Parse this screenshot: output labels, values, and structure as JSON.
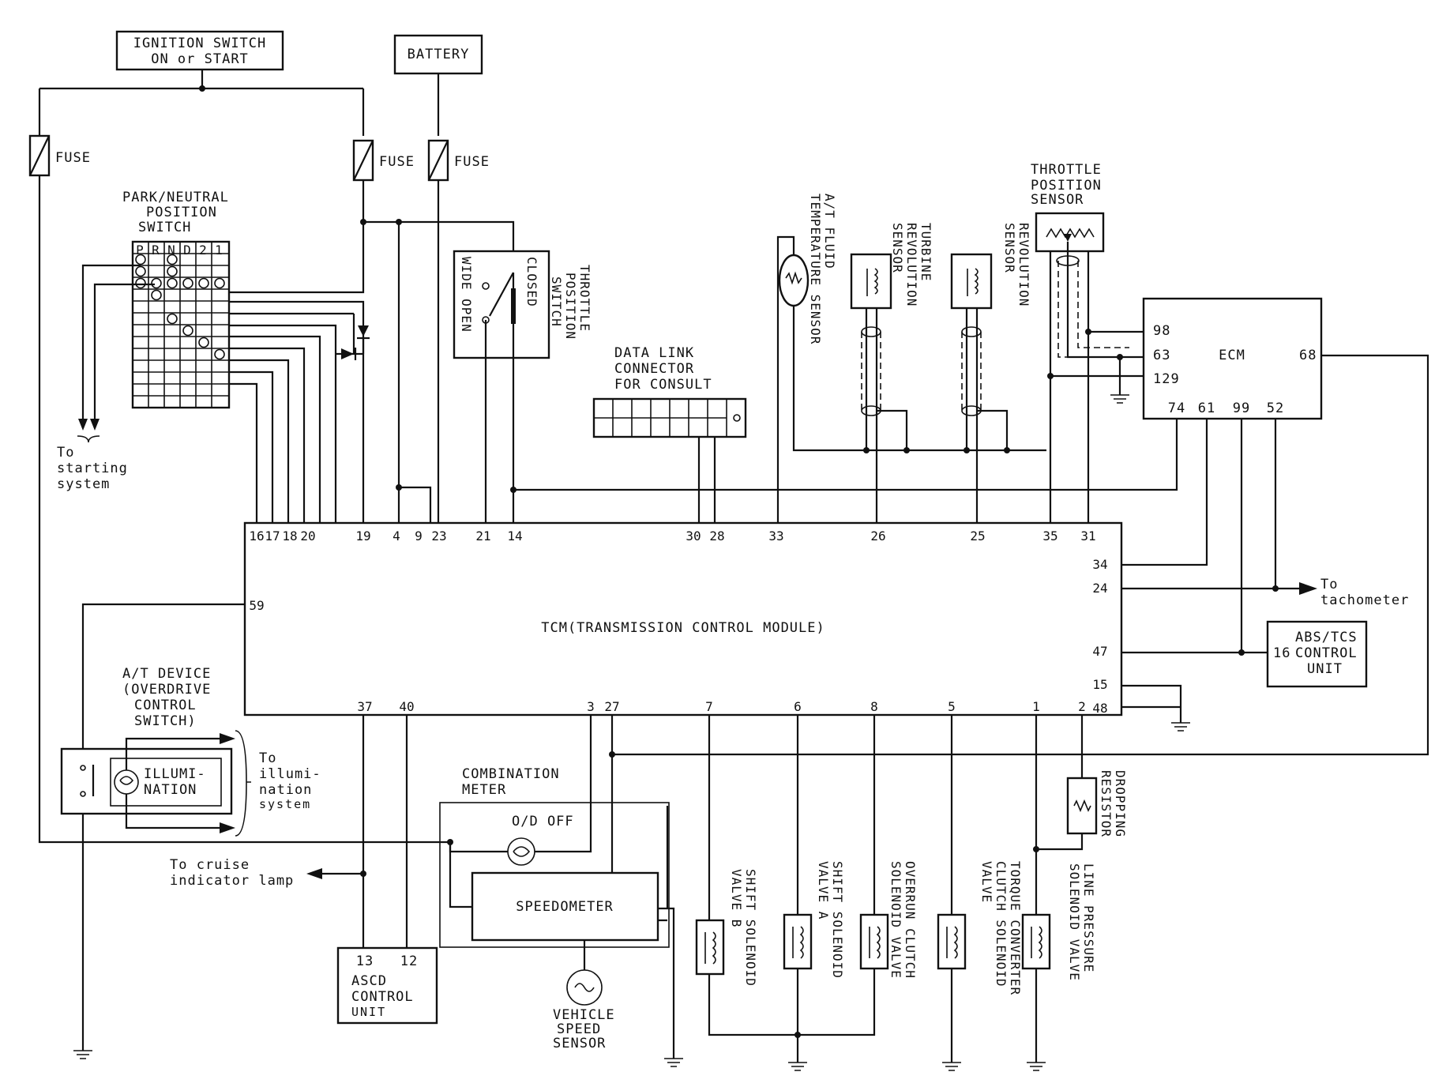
{
  "top": {
    "ignition_1": "IGNITION SWITCH",
    "ignition_2": "ON or START",
    "battery": "BATTERY",
    "fuse_1": "FUSE",
    "fuse_2": "FUSE",
    "fuse_3": "FUSE"
  },
  "pnp": {
    "title_1": "PARK/NEUTRAL",
    "title_2": "POSITION",
    "title_3": "SWITCH",
    "cols": [
      "P",
      "R",
      "N",
      "D",
      "2",
      "1"
    ],
    "to_1": "To",
    "to_2": "starting",
    "to_3": "system"
  },
  "throttle_switch": {
    "label_1": "THROTTLE",
    "label_2": "POSITION",
    "label_3": "SWITCH",
    "closed": "CLOSED",
    "wide_open": "WIDE OPEN"
  },
  "dlc": {
    "label_1": "DATA LINK",
    "label_2": "CONNECTOR",
    "label_3": "FOR CONSULT"
  },
  "sensors": {
    "fluid_1": "A/T FLUID",
    "fluid_2": "TEMPERATURE SENSOR",
    "turbine_1": "TURBINE",
    "turbine_2": "REVOLUTION",
    "turbine_3": "SENSOR",
    "rev_1": "REVOLUTION",
    "rev_2": "SENSOR",
    "tps_1": "THROTTLE",
    "tps_2": "POSITION",
    "tps_3": "SENSOR"
  },
  "ecm": {
    "name": "ECM",
    "pins_left": [
      "98",
      "63",
      "129"
    ],
    "pin_right": "68",
    "pins_bottom": [
      "74",
      "61",
      "99",
      "52"
    ]
  },
  "tcm": {
    "name": "TCM(TRANSMISSION CONTROL MODULE)",
    "top_pins": [
      "16",
      "17",
      "18",
      "20",
      "19",
      "4",
      "9",
      "23",
      "21",
      "14",
      "30",
      "28",
      "33",
      "26",
      "25",
      "35",
      "31"
    ],
    "right_pins": [
      "34",
      "24",
      "47",
      "15",
      "48"
    ],
    "left_pin": "59",
    "bottom_pins": [
      "37",
      "40",
      "3",
      "27",
      "7",
      "6",
      "8",
      "5",
      "1",
      "2"
    ]
  },
  "tachometer": {
    "to": "To",
    "name": "tachometer"
  },
  "abs": {
    "pin": "16",
    "line_1": "ABS/TCS",
    "line_2": "CONTROL",
    "line_3": "UNIT"
  },
  "atdevice": {
    "line_1": "A/T DEVICE",
    "line_2": "(OVERDRIVE",
    "line_3": "CONTROL",
    "line_4": "SWITCH)",
    "illum_1": "ILLUMI-",
    "illum_2": "NATION",
    "to_1": "To",
    "to_2": "illumi-",
    "to_3": "nation",
    "to_4": "system"
  },
  "combination": {
    "line_1": "COMBINATION",
    "line_2": "METER",
    "od_off": "O/D OFF",
    "speedometer": "SPEEDOMETER"
  },
  "cruise": {
    "line_1": "To cruise",
    "line_2": "indicator lamp"
  },
  "ascd": {
    "pin_1": "13",
    "pin_2": "12",
    "line_1": "ASCD",
    "line_2": "CONTROL",
    "line_3": "UNIT"
  },
  "vss": {
    "line_1": "VEHICLE",
    "line_2": "SPEED",
    "line_3": "SENSOR"
  },
  "solenoids": {
    "shift_b_1": "SHIFT SOLENOID",
    "shift_b_2": "VALVE B",
    "shift_a_1": "SHIFT SOLENOID",
    "shift_a_2": "VALVE A",
    "overrun_1": "OVERRUN CLUTCH",
    "overrun_2": "SOLENOID VALVE",
    "tcc_1": "TORQUE CONVERTER",
    "tcc_2": "CLUTCH SOLENOID",
    "tcc_3": "VALVE",
    "line_1": "LINE PRESSURE",
    "line_2": "SOLENOID VALVE",
    "drop_1": "DROPPING",
    "drop_2": "RESISTOR"
  }
}
